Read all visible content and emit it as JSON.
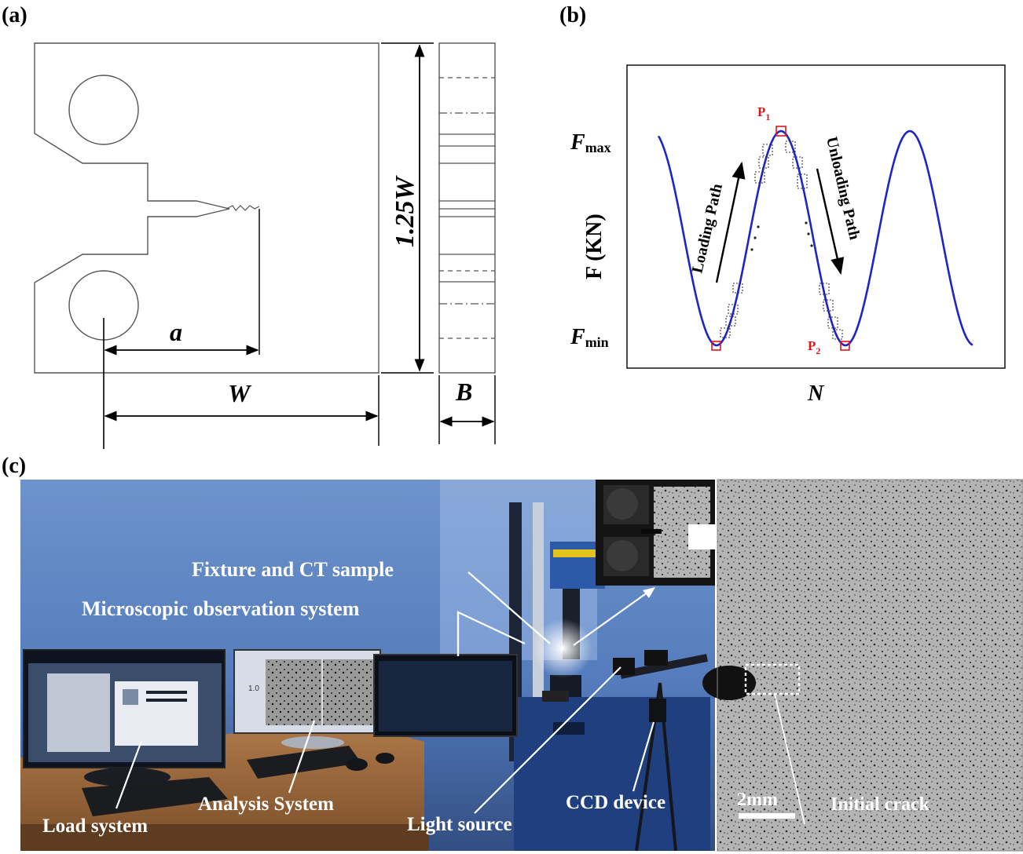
{
  "panel_a": {
    "label": "(a)",
    "dim_height": "1.25W",
    "dim_a": "a",
    "dim_w": "W",
    "dim_b": "B"
  },
  "panel_b": {
    "label": "(b)",
    "ylabel": "F (KN)",
    "xlabel": "N",
    "fmax_main": "F",
    "fmax_sub": "max",
    "fmin_main": "F",
    "fmin_sub": "min",
    "p1_main": "P",
    "p1_sub": "1",
    "p2_main": "P",
    "p2_sub": "2",
    "loading_path": "Loading Path",
    "unloading_path": "Unloading Path",
    "curve_color": "#1f24c8",
    "marker_color": "#e0141a"
  },
  "panel_c": {
    "label": "(c)",
    "labels": {
      "fixture": "Fixture and CT sample",
      "microscopic": "Microscopic observation system",
      "load_system": "Load system",
      "analysis_system": "Analysis  System",
      "light_source": "Light source",
      "ccd_device": "CCD device",
      "initial_crack": "Initial crack",
      "scale_bar": "2mm"
    },
    "monitor_text": "1.0"
  }
}
